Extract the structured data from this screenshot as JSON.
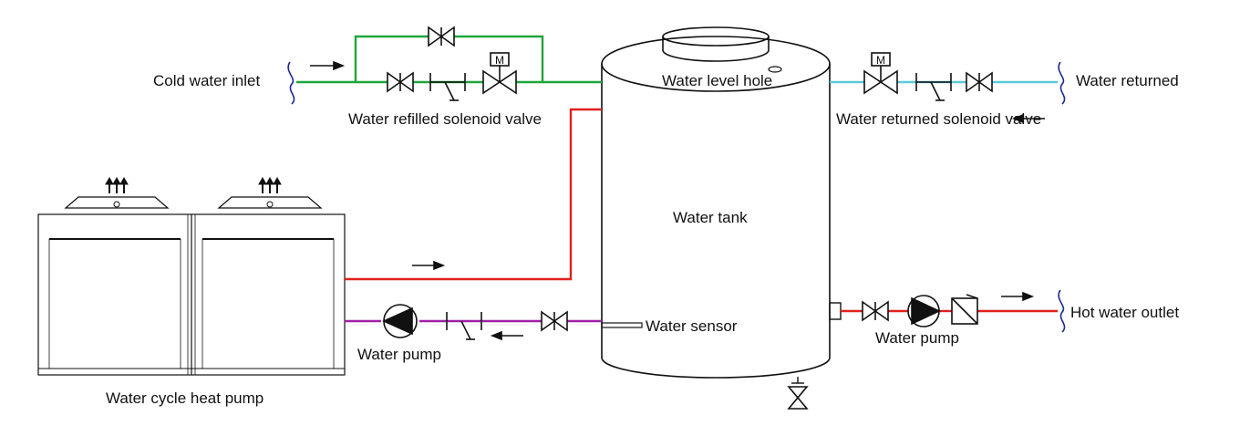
{
  "labels": {
    "cold_water_inlet": "Cold water inlet",
    "water_refilled_solenoid_valve": "Water refilled solenoid valve",
    "water_level_hole": "Water level hole",
    "water_returned": "Water returned",
    "water_returned_solenoid_valve": "Water returned solenoid valve",
    "water_tank": "Water tank",
    "water_sensor": "Water sensor",
    "water_pump_left": "Water pump",
    "water_pump_right": "Water pump",
    "hot_water_outlet": "Hot water outlet",
    "water_cycle_heat_pump": "Water cycle heat pump",
    "motor_left": "M",
    "motor_right": "M"
  },
  "colors": {
    "cold_inlet_pipe": "#1fa53a",
    "returned_pipe": "#5bc8d6",
    "hot_pipe": "#e0201c",
    "cycle_pipe": "#a020a8",
    "outline": "#111111"
  }
}
